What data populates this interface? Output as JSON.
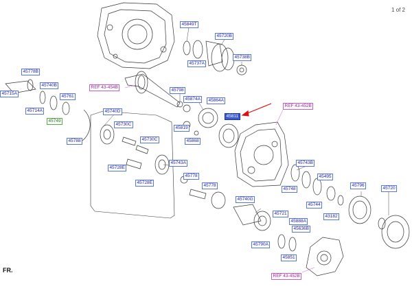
{
  "page_indicator": "1 of 2",
  "direction_marker": "FR.",
  "highlight_color": "#3a5bd8",
  "arrow_color": "#dd1111",
  "refs": {
    "r1": "REF 43-454B",
    "r2": "REF 43-452B",
    "r3": "REF 43-452B"
  },
  "parts": {
    "p45849T": "45849T",
    "p45720B": "45720B",
    "p45737A": "45737A",
    "p45738B": "45738B",
    "p45778B": "45778B",
    "p45740B": "45740B",
    "p45715A": "45715A",
    "p45761": "45761",
    "p45714A": "45714A",
    "p45749": "45749",
    "p45788": "45788",
    "p45798": "45798",
    "p45874A": "45874A",
    "p45864A": "45864A",
    "p45811": "45811",
    "p45819": "45819",
    "p45868": "45868",
    "p45740D": "45740D",
    "p45730C_1": "45730C",
    "p45730C_2": "45730C",
    "p45728E_1": "45728E",
    "p45728E_2": "45728E",
    "p45743A": "45743A",
    "p45778_1": "45778",
    "p45778_2": "45778",
    "p45743B": "45743B",
    "p45495": "45495",
    "p45748": "45748",
    "p45744": "45744",
    "p45796": "45796",
    "p45720": "45720",
    "p43182": "43182",
    "p45740G": "45740G",
    "p45721": "45721",
    "p45888A": "45888A",
    "p45636B": "45636B",
    "p45790A": "45790A",
    "p45851": "45851"
  }
}
